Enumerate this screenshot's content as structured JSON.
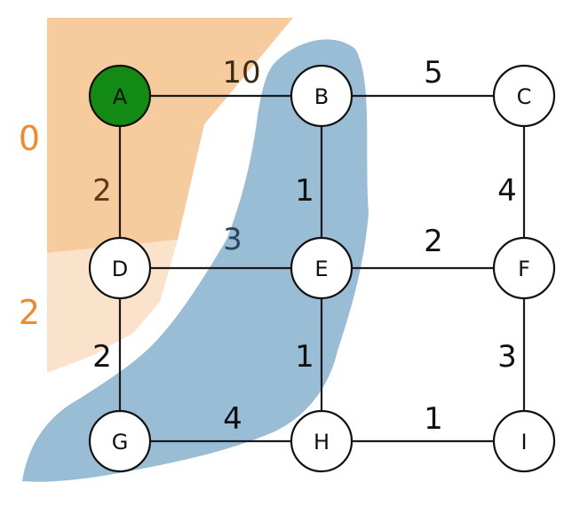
{
  "colors": {
    "edge": "#1a1a1a",
    "node_fill": "#ffffff",
    "node_stroke": "#111111",
    "start_node_fill": "#138a13",
    "start_node_text": "#ffffff",
    "weight_text": "#111111",
    "region_orange": "#f5c28c",
    "region_orange_light": "#fbe0c5",
    "region_blue": "#8fb6d2",
    "side_label": "#f08a2a"
  },
  "nodes": [
    {
      "id": "A",
      "label": "A",
      "start": true
    },
    {
      "id": "B",
      "label": "B"
    },
    {
      "id": "C",
      "label": "C"
    },
    {
      "id": "D",
      "label": "D"
    },
    {
      "id": "E",
      "label": "E"
    },
    {
      "id": "F",
      "label": "F"
    },
    {
      "id": "G",
      "label": "G"
    },
    {
      "id": "H",
      "label": "H"
    },
    {
      "id": "I",
      "label": "I"
    }
  ],
  "edges": [
    {
      "from": "A",
      "to": "B",
      "weight": "10"
    },
    {
      "from": "B",
      "to": "C",
      "weight": "5"
    },
    {
      "from": "A",
      "to": "D",
      "weight": "2"
    },
    {
      "from": "B",
      "to": "E",
      "weight": "1"
    },
    {
      "from": "C",
      "to": "F",
      "weight": "4"
    },
    {
      "from": "D",
      "to": "E",
      "weight": "3"
    },
    {
      "from": "E",
      "to": "F",
      "weight": "2"
    },
    {
      "from": "D",
      "to": "G",
      "weight": "2"
    },
    {
      "from": "E",
      "to": "H",
      "weight": "1"
    },
    {
      "from": "F",
      "to": "I",
      "weight": "3"
    },
    {
      "from": "G",
      "to": "H",
      "weight": "4"
    },
    {
      "from": "H",
      "to": "I",
      "weight": "1"
    }
  ],
  "side_labels": [
    "0",
    "2"
  ]
}
